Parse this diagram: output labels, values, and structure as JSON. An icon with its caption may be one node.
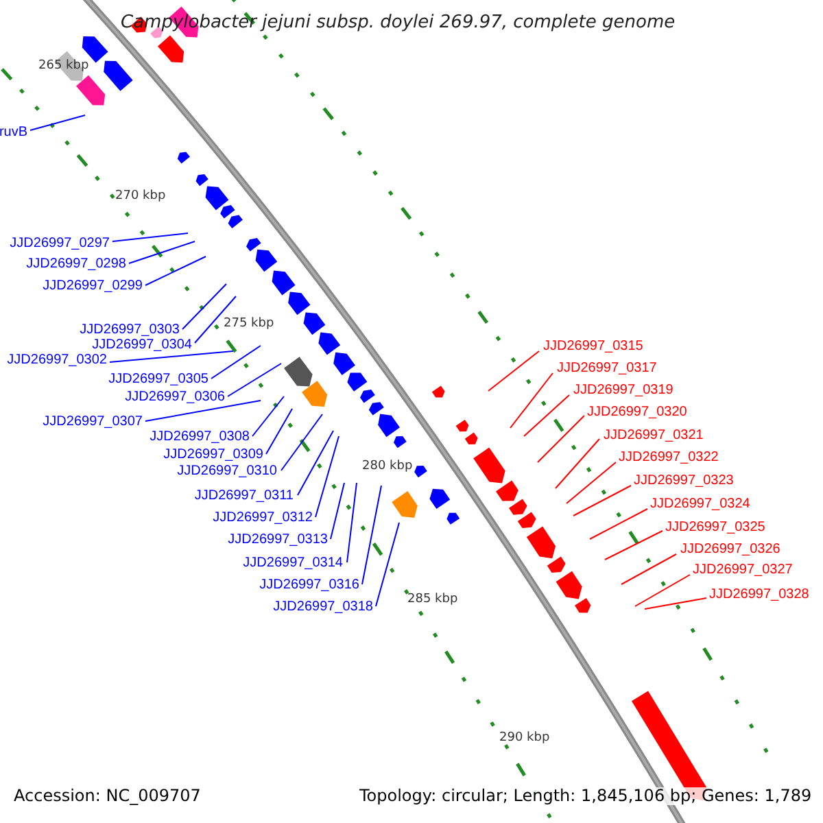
{
  "diagram": {
    "title": "Campylobacter jejuni subsp. doylei 269.97, complete genome",
    "nodes": [
      {
        "text": [
          "ruvB"
        ]
      },
      {
        "text": [
          "JJD26997_0297"
        ]
      },
      {
        "text": [
          "JJD26997_0298"
        ]
      },
      {
        "text": [
          "JJD26997_0299"
        ]
      },
      {
        "text": [
          "JJD26997_0303"
        ]
      },
      {
        "text": [
          "JJD26997_0304"
        ]
      },
      {
        "text": [
          "JJD26997_0302"
        ]
      },
      {
        "text": [
          "JJD26997_0305"
        ]
      },
      {
        "text": [
          "JJD26997_0306"
        ]
      },
      {
        "text": [
          "JJD26997_0308"
        ]
      },
      {
        "text": [
          "JJD26997_0309"
        ]
      },
      {
        "text": [
          "JJD26997_0307"
        ]
      },
      {
        "text": [
          "JJD26997_0310"
        ]
      },
      {
        "text": [
          "JJD26997_0311"
        ]
      },
      {
        "text": [
          "JJD26997_0312"
        ]
      },
      {
        "text": [
          "JJD26997_0313"
        ]
      },
      {
        "text": [
          "JJD26997_0314"
        ]
      },
      {
        "text": [
          "JJD26997_0316"
        ]
      },
      {
        "text": [
          "JJD26997_0318"
        ]
      },
      {
        "text": [
          "JJD26997_0315"
        ]
      },
      {
        "text": [
          "JJD26997_0317"
        ]
      },
      {
        "text": [
          "JJD26997_0319"
        ]
      },
      {
        "text": [
          "JJD26997_0320"
        ]
      },
      {
        "text": [
          "JJD26997_0321"
        ]
      },
      {
        "text": [
          "JJD26997_0322"
        ]
      },
      {
        "text": [
          "JJD26997_0323"
        ]
      },
      {
        "text": [
          "JJD26997_0324"
        ]
      },
      {
        "text": [
          "JJD26997_0325"
        ]
      },
      {
        "text": [
          "JJD26997_0326"
        ]
      },
      {
        "text": [
          "JJD26997_0327"
        ]
      },
      {
        "text": [
          "JJD26997_0328"
        ]
      }
    ],
    "edges": [
      {
        "from": 0,
        "to": null,
        "arrow": "none"
      },
      {
        "from": 1,
        "to": null,
        "arrow": "none"
      },
      {
        "from": 2,
        "to": null,
        "arrow": "none"
      },
      {
        "from": 3,
        "to": null,
        "arrow": "none"
      },
      {
        "from": 4,
        "to": null,
        "arrow": "none"
      },
      {
        "from": 5,
        "to": null,
        "arrow": "none"
      },
      {
        "from": 6,
        "to": null,
        "arrow": "none"
      },
      {
        "from": 7,
        "to": null,
        "arrow": "none"
      },
      {
        "from": 8,
        "to": null,
        "arrow": "none"
      },
      {
        "from": 9,
        "to": null,
        "arrow": "none"
      },
      {
        "from": 10,
        "to": null,
        "arrow": "none"
      },
      {
        "from": 11,
        "to": null,
        "arrow": "none"
      },
      {
        "from": 12,
        "to": null,
        "arrow": "none"
      },
      {
        "from": 13,
        "to": null,
        "arrow": "none"
      },
      {
        "from": 14,
        "to": null,
        "arrow": "none"
      },
      {
        "from": 15,
        "to": null,
        "arrow": "none"
      },
      {
        "from": 16,
        "to": null,
        "arrow": "none"
      },
      {
        "from": 17,
        "to": null,
        "arrow": "none"
      },
      {
        "from": 18,
        "to": null,
        "arrow": "none"
      },
      {
        "from": 19,
        "to": null,
        "arrow": "none",
        "color": "#ff0000"
      },
      {
        "from": 20,
        "to": null,
        "arrow": "none",
        "color": "#ff0000"
      },
      {
        "from": 21,
        "to": null,
        "arrow": "none",
        "color": "#ff0000"
      },
      {
        "from": 22,
        "to": null,
        "arrow": "none",
        "color": "#ff0000"
      },
      {
        "from": 23,
        "to": null,
        "arrow": "none",
        "color": "#ff0000"
      },
      {
        "from": 24,
        "to": null,
        "arrow": "none",
        "color": "#ff0000"
      },
      {
        "from": 25,
        "to": null,
        "arrow": "none",
        "color": "#ff0000"
      },
      {
        "from": 26,
        "to": null,
        "arrow": "none",
        "color": "#ff0000"
      },
      {
        "from": 27,
        "to": null,
        "arrow": "none",
        "color": "#ff0000"
      },
      {
        "from": 28,
        "to": null,
        "arrow": "none",
        "color": "#ff0000"
      },
      {
        "from": 29,
        "to": null,
        "arrow": "none",
        "color": "#ff0000"
      },
      {
        "from": 30,
        "to": null,
        "arrow": "none",
        "color": "#ff0000"
      }
    ],
    "labels": [
      "265 kbp",
      "270 kbp",
      "275 kbp",
      "280 kbp",
      "285 kbp",
      "290 kbp",
      "Accession: NC_009707",
      "Topology: circular; Length: 1,845,106 bp; Genes: 1,789"
    ]
  }
}
